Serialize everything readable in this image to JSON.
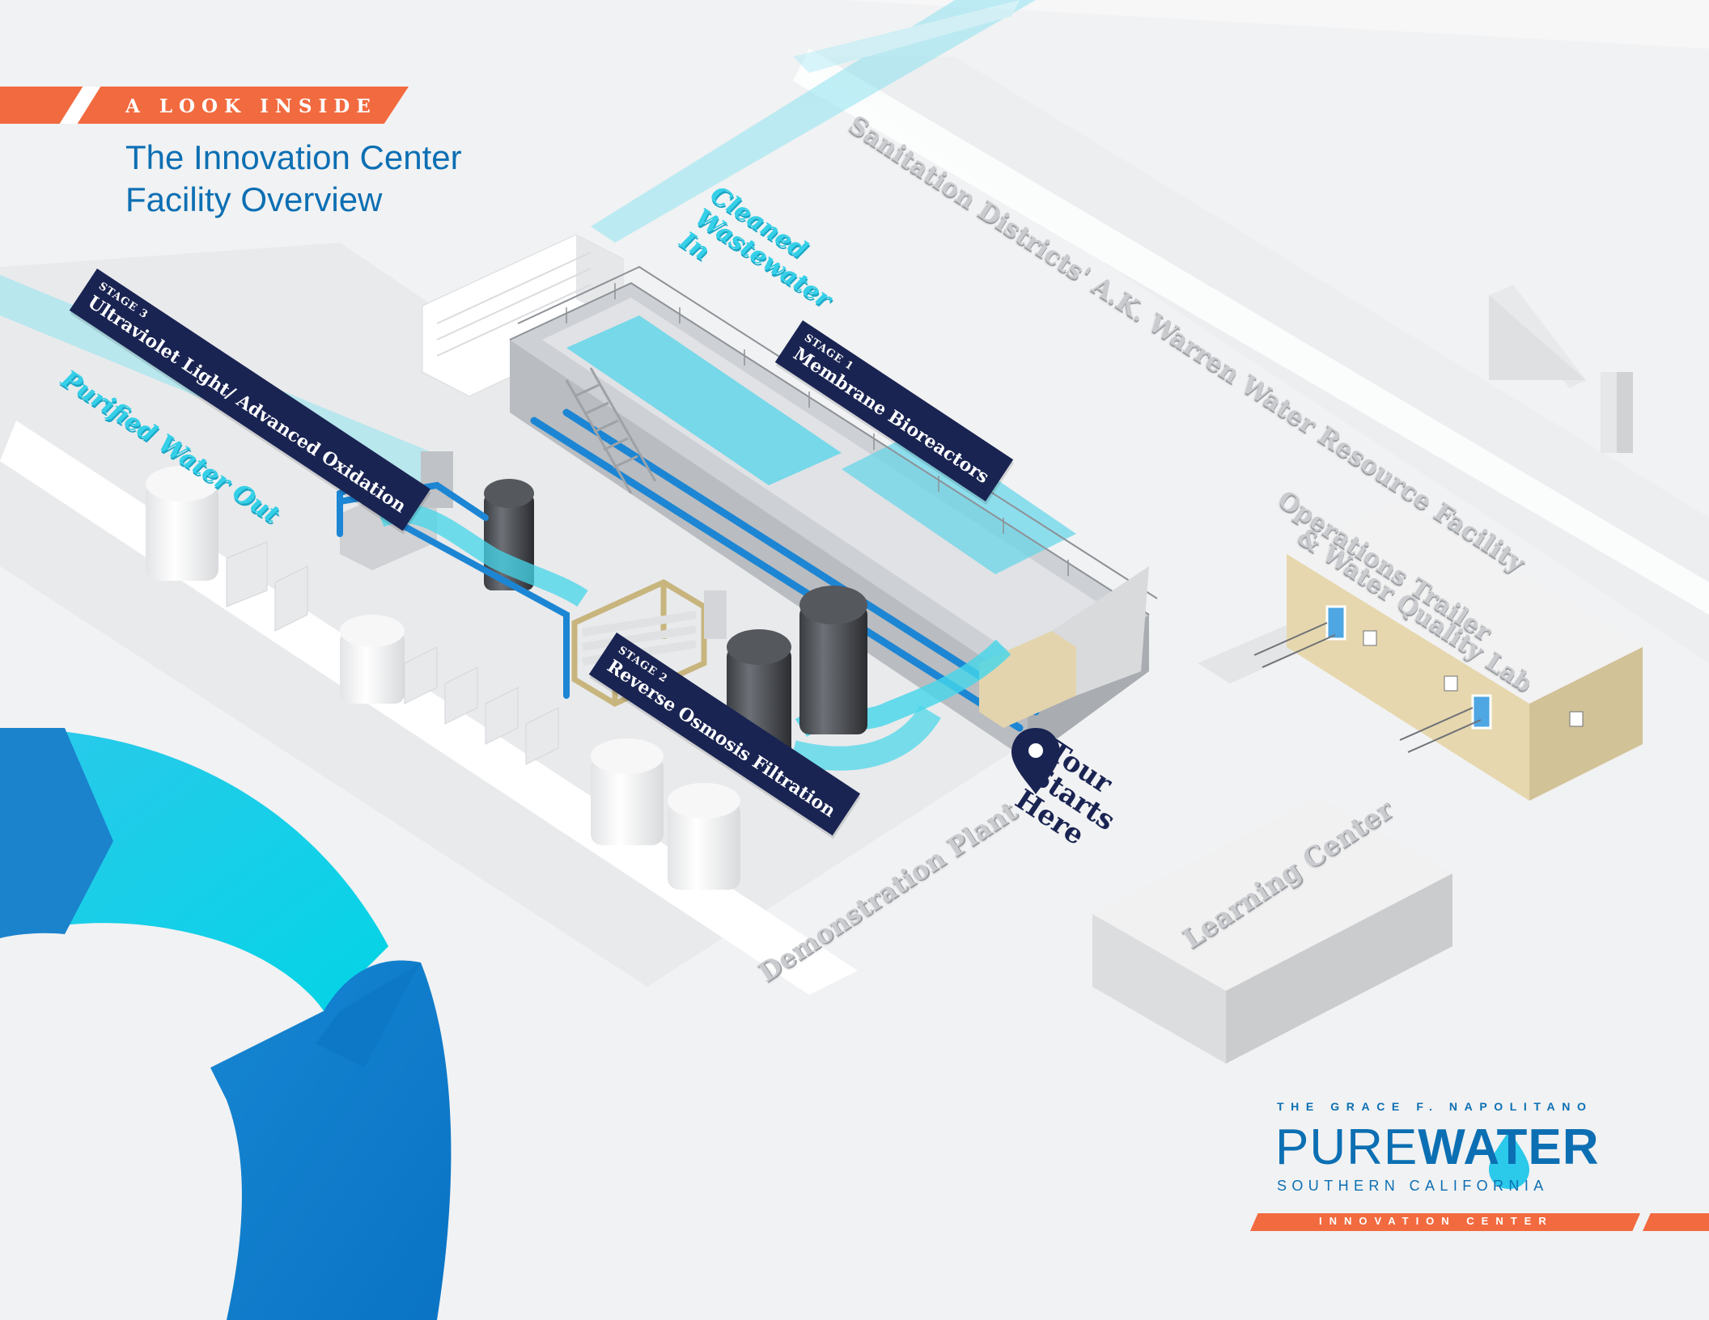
{
  "header": {
    "kicker": "A LOOK INSIDE",
    "title_line1": "The Innovation Center",
    "title_line2": "Facility Overview"
  },
  "stages": [
    {
      "number": "STAGE 1",
      "name": "Membrane Bioreactors"
    },
    {
      "number": "STAGE 2",
      "name": "Reverse Osmosis Filtration"
    },
    {
      "number": "STAGE 3",
      "name": "Ultraviolet Light/ Advanced Oxidation"
    }
  ],
  "flows": {
    "in_lines": [
      "Cleaned",
      "Wastewater",
      "In"
    ],
    "out": "Purified Water Out"
  },
  "areas": {
    "facility": "Sanitation Districts' A.K. Warren Water Resource Facility",
    "ops_line1": "Operations Trailer",
    "ops_line2": "& Water Quality Lab",
    "demo": "Demonstration Plant",
    "learning": "Learning Center"
  },
  "tour": {
    "line1": "Tour",
    "line2": "Starts",
    "line3": "Here"
  },
  "logo": {
    "top": "THE GRACE F. NAPOLITANO",
    "word1": "PURE",
    "word2": "WATER",
    "sub": "SOUTHERN CALIFORNIA",
    "band": "INNOVATION CENTER"
  },
  "colors": {
    "brand_blue": "#0c6fb3",
    "accent_orange": "#f26a3f",
    "water_cyan": "#35d0e8",
    "label_navy": "#1a2452"
  },
  "icons": [
    "location-pin-icon",
    "north-arrow-icon",
    "water-drop-icon"
  ]
}
